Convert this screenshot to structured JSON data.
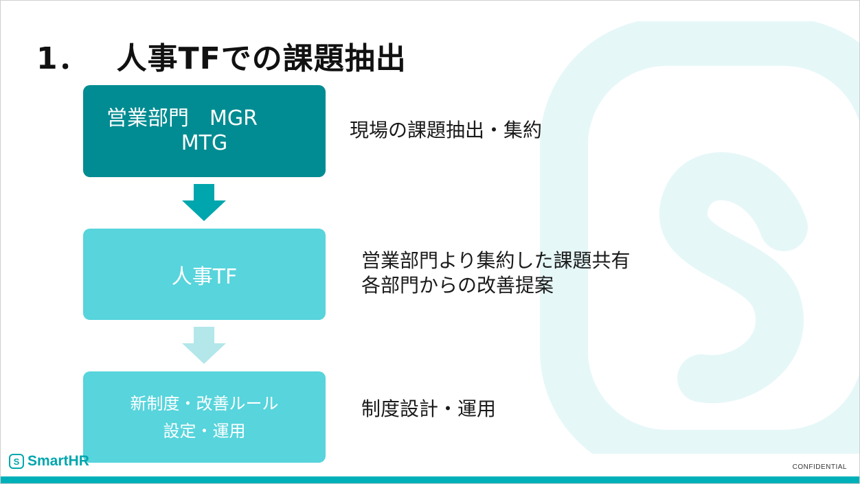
{
  "slide": {
    "title_number": "1．",
    "title_text": "人事TFでの課題抽出",
    "flow": [
      {
        "line1": "営業部門　MGR",
        "line2": "MTG",
        "color": "#008c92"
      },
      {
        "line1": "人事TF",
        "color": "#57d4dc"
      },
      {
        "line1": "新制度・改善ルール",
        "line2": "設定・運用",
        "color": "#57d4dc"
      }
    ],
    "arrows": [
      {
        "color": "#00a6ad"
      },
      {
        "color": "#b3e7ea"
      }
    ],
    "descriptions": [
      {
        "line1": "現場の課題抽出・集約"
      },
      {
        "line1": "営業部門より集約した課題共有",
        "line2": "各部門からの改善提案"
      },
      {
        "line1": "制度設計・運用"
      }
    ]
  },
  "footer": {
    "logo_icon": "smarthr-s-icon",
    "logo_text": "SmartHR",
    "confidential": "CONFIDENTIAL",
    "bar_color": "#00b0b8"
  },
  "background_mark": {
    "icon": "smarthr-s-watermark-icon",
    "color": "#e8f8f9"
  }
}
